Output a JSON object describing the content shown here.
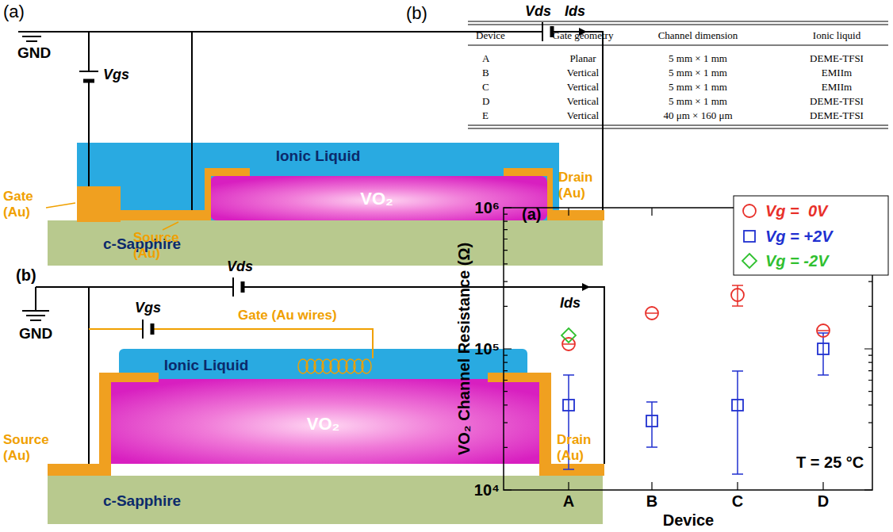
{
  "diagram": {
    "nodes": [
      {
        "text": [
          "Ionic Liquid"
        ]
      },
      {
        "text": [
          "VO₂"
        ]
      },
      {
        "text": [
          "c-Sapphire"
        ]
      },
      {
        "text": [
          "Ionic Liquid"
        ]
      },
      {
        "text": [
          "VO₂"
        ]
      },
      {
        "text": [
          "c-Sapphire"
        ]
      }
    ],
    "labels": [
      "(a)",
      "GND",
      "Vds",
      "Ids",
      "Vgs",
      "Gate (Au)",
      "Source (Au)",
      "Drain (Au)",
      "(b)",
      "(b)",
      "GND",
      "Vds",
      "Ids",
      "Vgs",
      "Gate (Au wires)",
      "Source (Au)",
      "Drain (Au)",
      "Device",
      "Gate geometry",
      "Channel dimension",
      "Ionic liquid",
      "A",
      "Planar",
      "5 mm × 1 mm",
      "DEME-TFSI",
      "B",
      "Vertical",
      "5 mm × 1 mm",
      "EMIIm",
      "C",
      "Vertical",
      "5 mm × 1 mm",
      "EMIIm",
      "D",
      "Vertical",
      "5 mm × 1 mm",
      "DEME-TFSI",
      "E",
      "Vertical",
      "40 μm × 160 μm",
      "DEME-TFSI",
      "(a)",
      "VO₂ Channel Resistance (Ω)",
      "10⁶",
      "10⁵",
      "10⁴",
      "A",
      "B",
      "C",
      "D",
      "Device",
      "T = 25 °C"
    ],
    "legend": [
      {
        "text": "Vg =  0V"
      },
      {
        "text": "Vg = +2V"
      },
      {
        "text": "Vg = -2V"
      }
    ]
  }
}
